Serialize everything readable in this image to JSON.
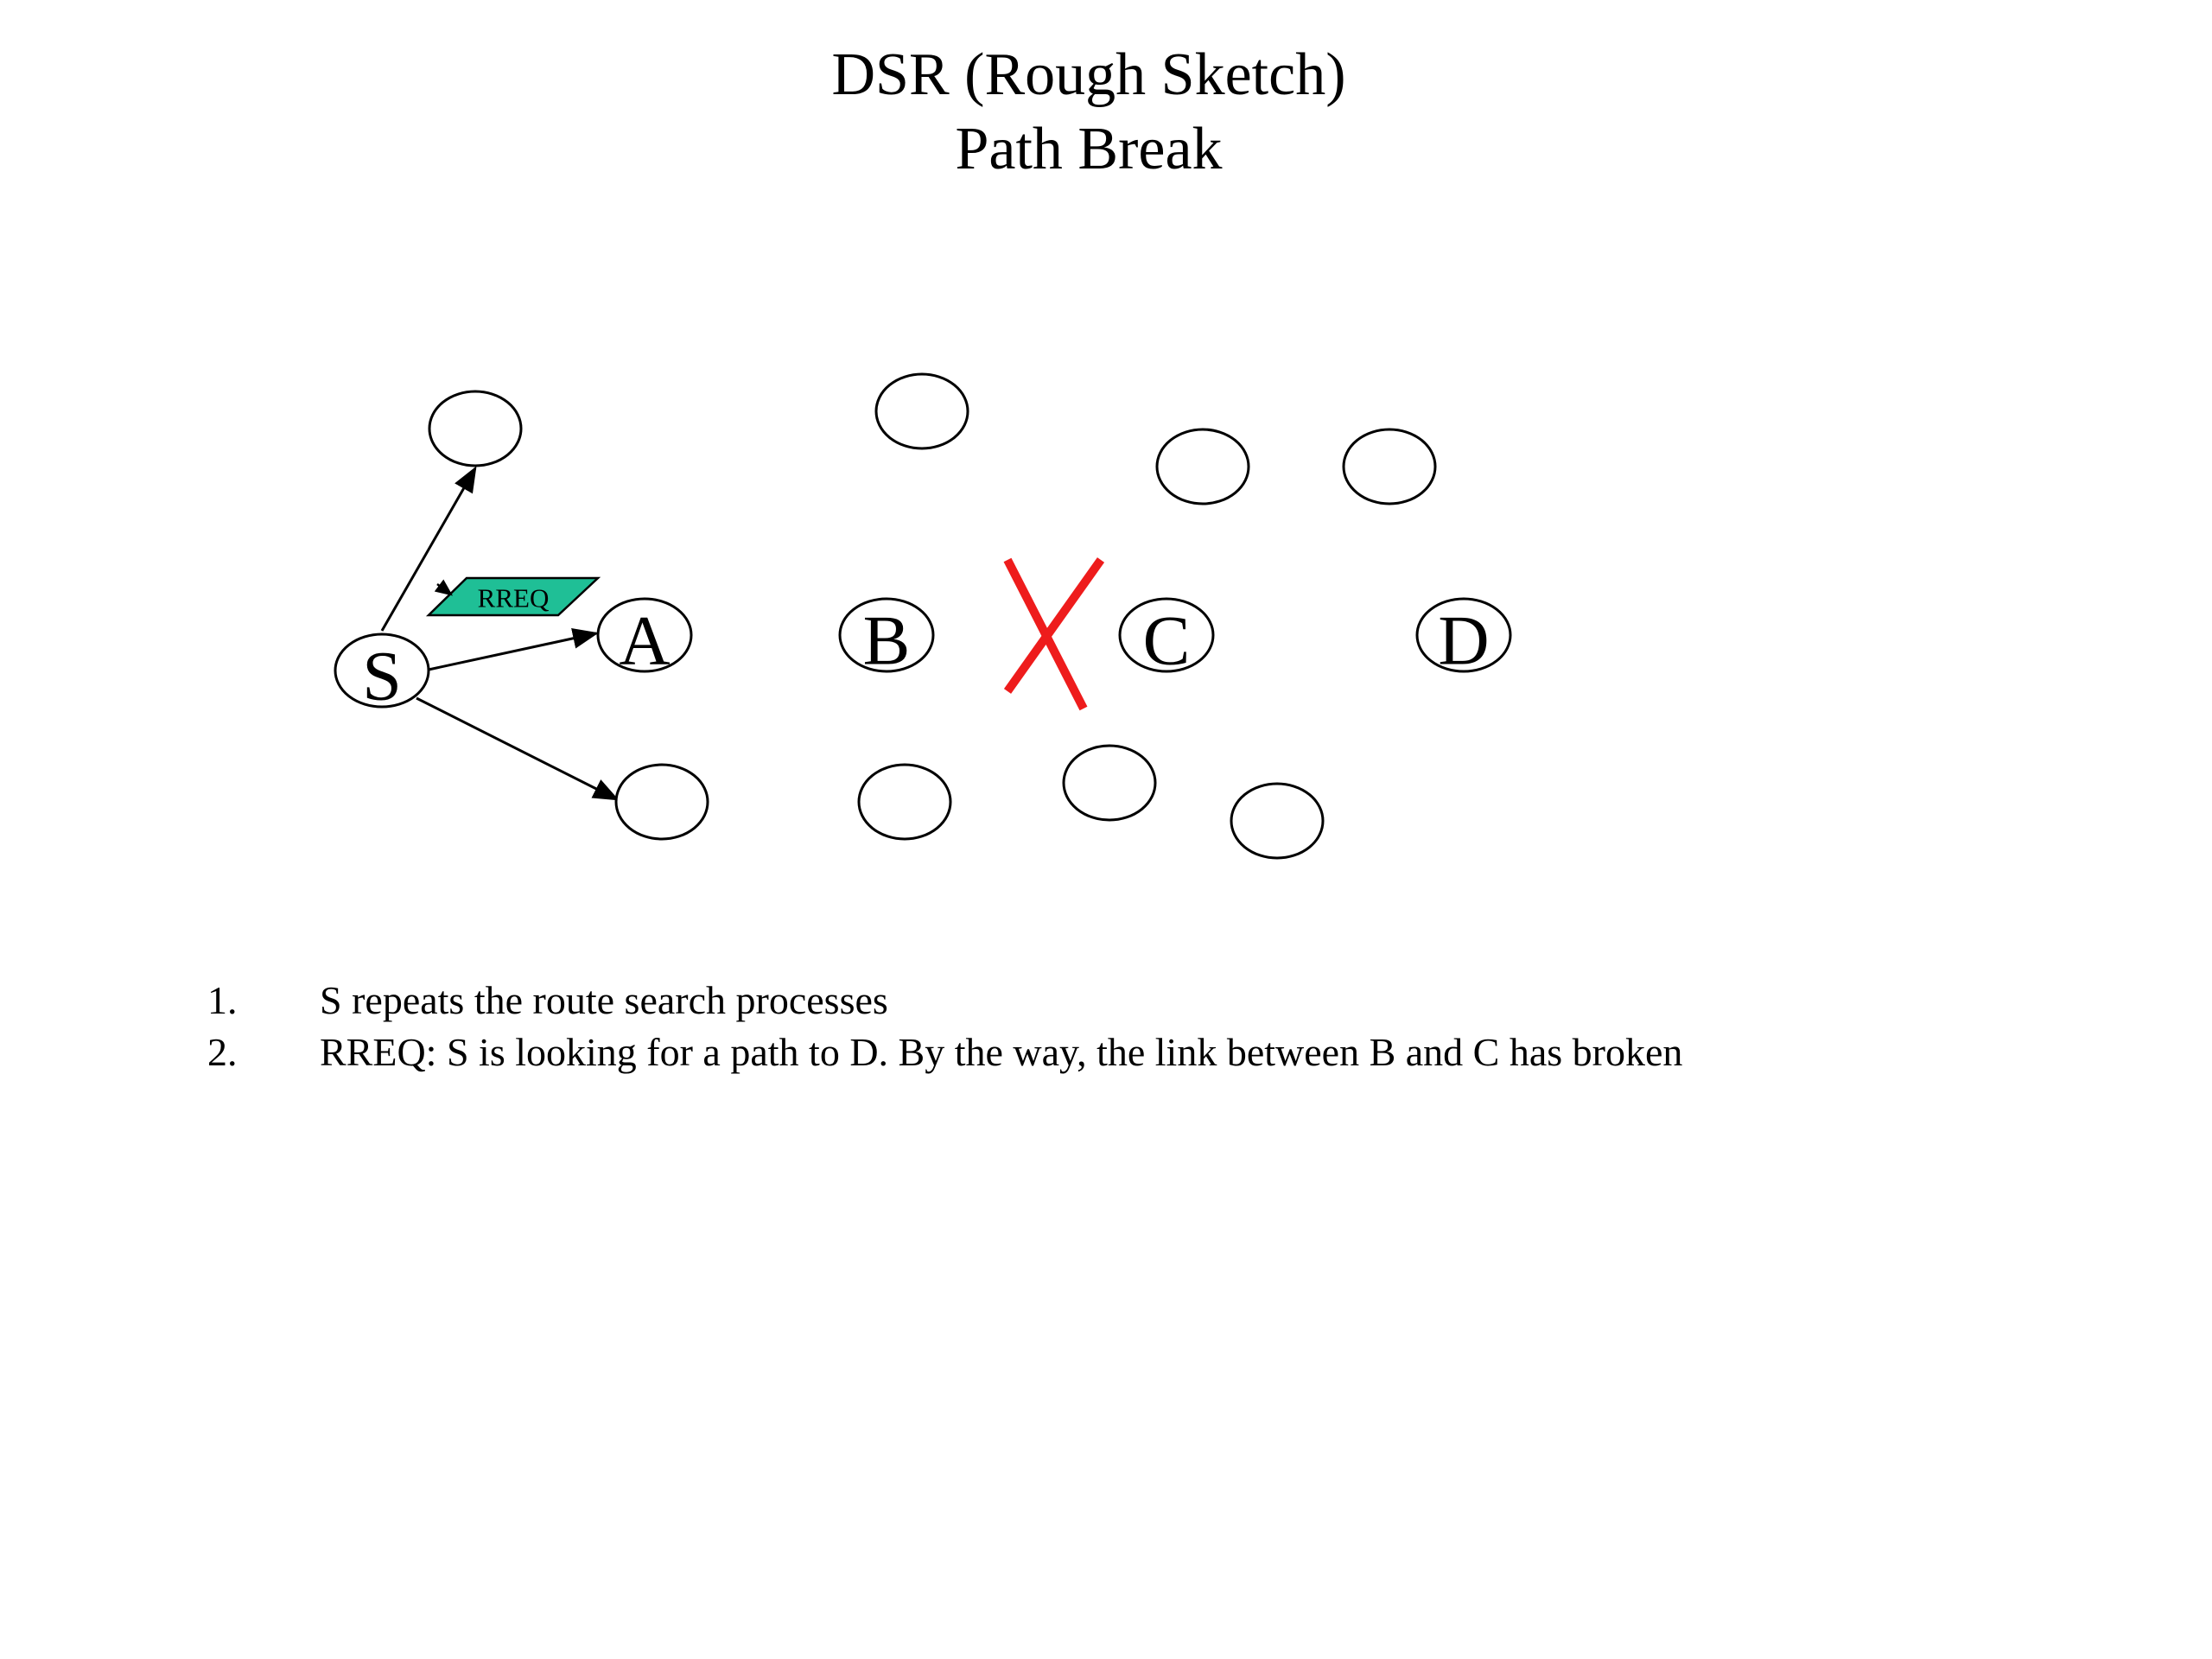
{
  "title": {
    "line1": "DSR (Rough Sketch)",
    "line2": "Path Break"
  },
  "diagram": {
    "nodes": [
      {
        "id": "S",
        "label": "S"
      },
      {
        "id": "A",
        "label": "A"
      },
      {
        "id": "B",
        "label": "B"
      },
      {
        "id": "C",
        "label": "C"
      },
      {
        "id": "D",
        "label": "D"
      }
    ],
    "packet_label": "RREQ",
    "packet_color": "#1fbf96",
    "broken_link_color": "#ee1c1c"
  },
  "notes": [
    {
      "number": "1.",
      "text": "S repeats the route search processes"
    },
    {
      "number": "2.",
      "text": "RREQ: S is looking for a path to D. By the way, the link between B and C has broken"
    }
  ]
}
